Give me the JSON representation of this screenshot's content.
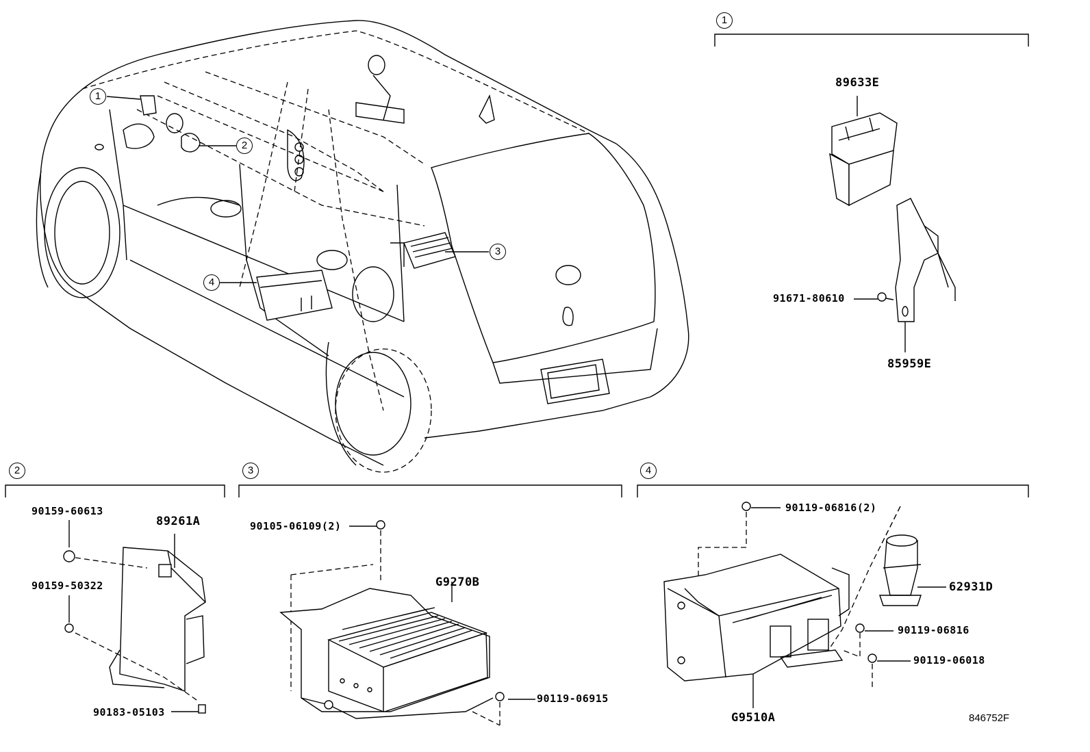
{
  "callouts": {
    "c1": "1",
    "c2": "2",
    "c3": "3",
    "c4": "4"
  },
  "groups": {
    "g1": "1",
    "g2": "2",
    "g3": "3",
    "g4": "4"
  },
  "parts": {
    "p89633E": "89633E",
    "p91671": "91671-80610",
    "p85959E": "85959E",
    "p90159_60613": "90159-60613",
    "p89261A": "89261A",
    "p90159_50322": "90159-50322",
    "p90183": "90183-05103",
    "p90105": "90105-06109(2)",
    "pG9270B": "G9270B",
    "p90119_06915": "90119-06915",
    "p90119_06816_2": "90119-06816(2)",
    "p62931D": "62931D",
    "p90119_06816": "90119-06816",
    "p90119_06018": "90119-06018",
    "pG9510A": "G9510A"
  },
  "reference": "846752F"
}
